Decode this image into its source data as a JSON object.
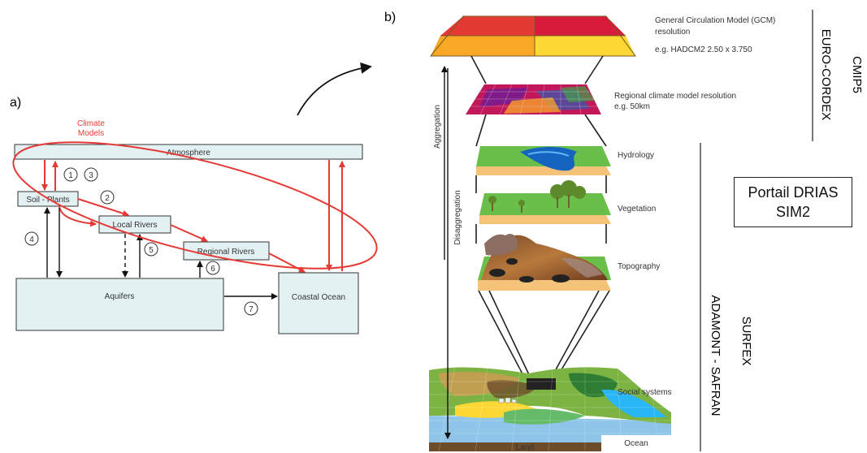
{
  "panel_a": {
    "label": "a)",
    "climate_models": [
      "Climate",
      "Models"
    ],
    "atmosphere": "Atmosphere",
    "soil_plants": "Soil - Plants",
    "local_rivers": "Local Rivers",
    "regional_rivers": "Regional Rivers",
    "aquifers": "Aquifers",
    "coastal_ocean": "Coastal Ocean",
    "markers": [
      "1",
      "2",
      "3",
      "4",
      "5",
      "6",
      "7"
    ],
    "colors": {
      "red": "#e53935",
      "box_fill": "#e3f1f3",
      "black": "#111111"
    }
  },
  "panel_b": {
    "label": "b)",
    "gcm_line1": "General Circulation Model (GCM)",
    "gcm_line2": "resolution",
    "gcm_example": "e.g. HADCM2 2.50 x 3.750",
    "rcm_line1": "Regional climate model resolution",
    "rcm_line2": "e.g. 50km",
    "aggregation": "Aggregation",
    "disaggregation": "Disaggregation",
    "hydrology": "Hydrology",
    "vegetation": "Vegetation",
    "topography": "Topography",
    "social_systems": "Social systems",
    "land": "Land",
    "ocean": "Ocean",
    "euro_cordex": "EURO-CORDEX",
    "cmip5": "CMIP5",
    "adamont_safran": "ADAMONT - SAFRAN",
    "surfex": "SURFEX",
    "drias_line1": "Portail DRIAS",
    "drias_line2": "SIM2"
  }
}
